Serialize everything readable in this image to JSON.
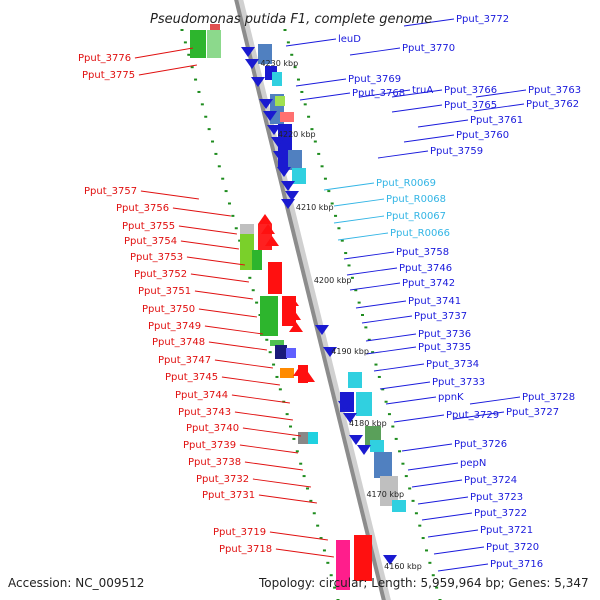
{
  "title": "Pseudomonas putida F1, complete genome",
  "accession": "Accession: NC_009512",
  "summary": "Topology: circular; Length: 5,959,964 bp; Genes: 5,347",
  "colors": {
    "left_label": "#e01010",
    "right_label": "#1a1adc",
    "rna_label": "#33b5e5",
    "backbone": "#8c8c8c",
    "dots": "#1e8c1e"
  },
  "scale_labels": [
    "4230 kbp",
    "4220 kbp",
    "4210 kbp",
    "4200 kbp",
    "4190 kbp",
    "4180 kbp",
    "4170 kbp",
    "4160 kbp"
  ],
  "left_genes": [
    "Pput_3776",
    "Pput_3775",
    "Pput_3757",
    "Pput_3756",
    "Pput_3755",
    "Pput_3754",
    "Pput_3753",
    "Pput_3752",
    "Pput_3751",
    "Pput_3750",
    "Pput_3749",
    "Pput_3748",
    "Pput_3747",
    "Pput_3745",
    "Pput_3744",
    "Pput_3743",
    "Pput_3740",
    "Pput_3739",
    "Pput_3738",
    "Pput_3732",
    "Pput_3731",
    "Pput_3719",
    "Pput_3718"
  ],
  "right_genes": [
    "Pput_3772",
    "leuD",
    "Pput_3770",
    "Pput_3769",
    "Pput_3768",
    "truA",
    "Pput_3766",
    "Pput_3765",
    "Pput_3763",
    "Pput_3762",
    "Pput_3761",
    "Pput_3760",
    "Pput_3759",
    "Pput_R0069",
    "Pput_R0068",
    "Pput_R0067",
    "Pput_R0066",
    "Pput_3758",
    "Pput_3746",
    "Pput_3742",
    "Pput_3741",
    "Pput_3737",
    "Pput_3736",
    "Pput_3735",
    "Pput_3734",
    "Pput_3733",
    "ppnK",
    "Pput_3729",
    "Pput_3728",
    "Pput_3727",
    "Pput_3726",
    "pepN",
    "Pput_3724",
    "Pput_3723",
    "Pput_3722",
    "Pput_3721",
    "Pput_3720",
    "Pput_3716"
  ]
}
